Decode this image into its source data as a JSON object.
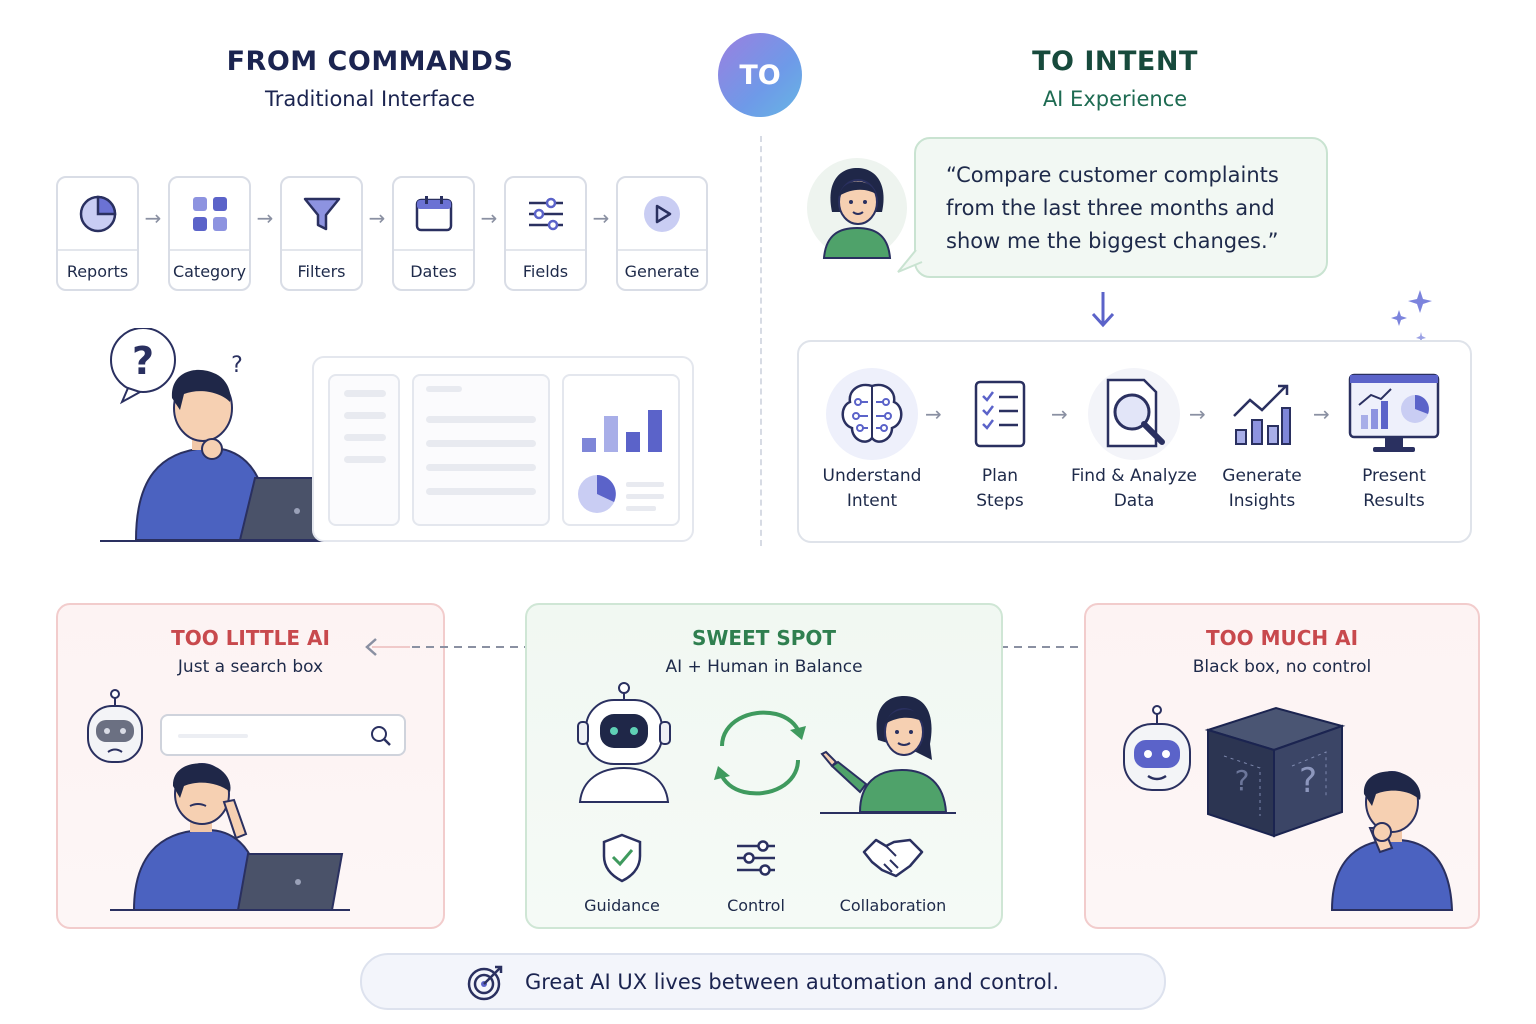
{
  "left": {
    "title": "FROM COMMANDS",
    "subtitle": "Traditional Interface"
  },
  "connector": {
    "label": "TO"
  },
  "right": {
    "title": "TO INTENT",
    "subtitle": "AI Experience"
  },
  "commands": [
    {
      "label": "Reports",
      "icon": "pie-chart-icon"
    },
    {
      "label": "Category",
      "icon": "grid-icon"
    },
    {
      "label": "Filters",
      "icon": "funnel-icon"
    },
    {
      "label": "Dates",
      "icon": "calendar-icon"
    },
    {
      "label": "Fields",
      "icon": "sliders-icon"
    },
    {
      "label": "Generate",
      "icon": "play-icon"
    }
  ],
  "quote": {
    "text": "“Compare customer complaints from the last three months and show me the biggest changes.”"
  },
  "ai_steps": [
    {
      "line1": "Understand",
      "line2": "Intent",
      "icon": "brain-icon"
    },
    {
      "line1": "Plan",
      "line2": "Steps",
      "icon": "checklist-icon"
    },
    {
      "line1": "Find & Analyze",
      "line2": "Data",
      "icon": "magnifier-icon"
    },
    {
      "line1": "Generate",
      "line2": "Insights",
      "icon": "trend-chart-icon"
    },
    {
      "line1": "Present",
      "line2": "Results",
      "icon": "monitor-chart-icon"
    }
  ],
  "too_little": {
    "title": "TOO LITTLE AI",
    "subtitle": "Just a search box"
  },
  "sweet_spot": {
    "title": "SWEET SPOT",
    "subtitle": "AI + Human in Balance",
    "features": [
      {
        "label": "Guidance",
        "icon": "shield-check-icon"
      },
      {
        "label": "Control",
        "icon": "sliders-icon"
      },
      {
        "label": "Collaboration",
        "icon": "handshake-icon"
      }
    ]
  },
  "too_much": {
    "title": "TOO MUCH AI",
    "subtitle": "Black box, no control"
  },
  "footer": {
    "text": "Great AI UX lives between automation and control."
  },
  "colors": {
    "indigo": "#5b63c9",
    "green": "#3f9a5e",
    "red": "#c8494d",
    "navy": "#1b2450"
  }
}
